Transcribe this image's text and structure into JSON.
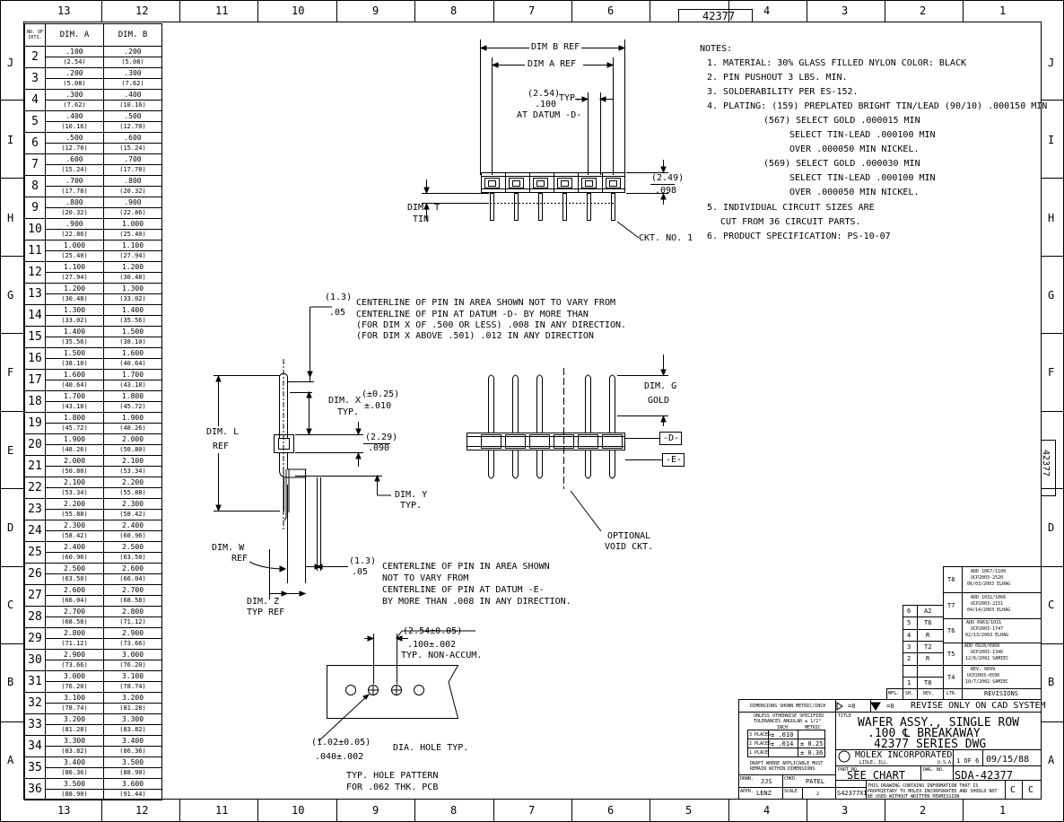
{
  "border": {
    "columns": [
      "13",
      "12",
      "11",
      "10",
      "9",
      "8",
      "7",
      "6",
      "5",
      "4",
      "3",
      "2",
      "1"
    ],
    "rows": [
      "J",
      "I",
      "H",
      "G",
      "F",
      "E",
      "D",
      "C",
      "B",
      "A"
    ],
    "drawing_tab": "42377",
    "side_tab": "42377"
  },
  "dim_table": {
    "header_ckts": "NO. OF CKTS.",
    "header_a": "DIM. A",
    "header_b": "DIM. B",
    "rows": [
      {
        "n": "2",
        "a": ".100",
        "am": "(2.54)",
        "b": ".200",
        "bm": "(5.08)"
      },
      {
        "n": "3",
        "a": ".200",
        "am": "(5.08)",
        "b": ".300",
        "bm": "(7.62)"
      },
      {
        "n": "4",
        "a": ".300",
        "am": "(7.62)",
        "b": ".400",
        "bm": "(10.16)"
      },
      {
        "n": "5",
        "a": ".400",
        "am": "(10.16)",
        "b": ".500",
        "bm": "(12.70)"
      },
      {
        "n": "6",
        "a": ".500",
        "am": "(12.70)",
        "b": ".600",
        "bm": "(15.24)"
      },
      {
        "n": "7",
        "a": ".600",
        "am": "(15.24)",
        "b": ".700",
        "bm": "(17.78)"
      },
      {
        "n": "8",
        "a": ".700",
        "am": "(17.78)",
        "b": ".800",
        "bm": "(20.32)"
      },
      {
        "n": "9",
        "a": ".800",
        "am": "(20.32)",
        "b": ".900",
        "bm": "(22.86)"
      },
      {
        "n": "10",
        "a": ".900",
        "am": "(22.86)",
        "b": "1.000",
        "bm": "(25.40)"
      },
      {
        "n": "11",
        "a": "1.000",
        "am": "(25.40)",
        "b": "1.100",
        "bm": "(27.94)"
      },
      {
        "n": "12",
        "a": "1.100",
        "am": "(27.94)",
        "b": "1.200",
        "bm": "(30.48)"
      },
      {
        "n": "13",
        "a": "1.200",
        "am": "(30.48)",
        "b": "1.300",
        "bm": "(33.02)"
      },
      {
        "n": "14",
        "a": "1.300",
        "am": "(33.02)",
        "b": "1.400",
        "bm": "(35.56)"
      },
      {
        "n": "15",
        "a": "1.400",
        "am": "(35.56)",
        "b": "1.500",
        "bm": "(38.10)"
      },
      {
        "n": "16",
        "a": "1.500",
        "am": "(38.10)",
        "b": "1.600",
        "bm": "(40.64)"
      },
      {
        "n": "17",
        "a": "1.600",
        "am": "(40.64)",
        "b": "1.700",
        "bm": "(43.18)"
      },
      {
        "n": "18",
        "a": "1.700",
        "am": "(43.18)",
        "b": "1.800",
        "bm": "(45.72)"
      },
      {
        "n": "19",
        "a": "1.800",
        "am": "(45.72)",
        "b": "1.900",
        "bm": "(48.26)"
      },
      {
        "n": "20",
        "a": "1.900",
        "am": "(48.26)",
        "b": "2.000",
        "bm": "(50.80)"
      },
      {
        "n": "21",
        "a": "2.000",
        "am": "(50.80)",
        "b": "2.100",
        "bm": "(53.34)"
      },
      {
        "n": "22",
        "a": "2.100",
        "am": "(53.34)",
        "b": "2.200",
        "bm": "(55.88)"
      },
      {
        "n": "23",
        "a": "2.200",
        "am": "(55.88)",
        "b": "2.300",
        "bm": "(58.42)"
      },
      {
        "n": "24",
        "a": "2.300",
        "am": "(58.42)",
        "b": "2.400",
        "bm": "(60.96)"
      },
      {
        "n": "25",
        "a": "2.400",
        "am": "(60.96)",
        "b": "2.500",
        "bm": "(63.50)"
      },
      {
        "n": "26",
        "a": "2.500",
        "am": "(63.50)",
        "b": "2.600",
        "bm": "(66.04)"
      },
      {
        "n": "27",
        "a": "2.600",
        "am": "(66.04)",
        "b": "2.700",
        "bm": "(68.58)"
      },
      {
        "n": "28",
        "a": "2.700",
        "am": "(68.58)",
        "b": "2.800",
        "bm": "(71.12)"
      },
      {
        "n": "29",
        "a": "2.800",
        "am": "(71.12)",
        "b": "2.900",
        "bm": "(73.66)"
      },
      {
        "n": "30",
        "a": "2.900",
        "am": "(73.66)",
        "b": "3.000",
        "bm": "(76.20)"
      },
      {
        "n": "31",
        "a": "3.000",
        "am": "(76.20)",
        "b": "3.100",
        "bm": "(78.74)"
      },
      {
        "n": "32",
        "a": "3.100",
        "am": "(78.74)",
        "b": "3.200",
        "bm": "(81.28)"
      },
      {
        "n": "33",
        "a": "3.200",
        "am": "(81.28)",
        "b": "3.300",
        "bm": "(83.82)"
      },
      {
        "n": "34",
        "a": "3.300",
        "am": "(83.82)",
        "b": "3.400",
        "bm": "(86.36)"
      },
      {
        "n": "35",
        "a": "3.400",
        "am": "(86.36)",
        "b": "3.500",
        "bm": "(88.90)"
      },
      {
        "n": "36",
        "a": "3.500",
        "am": "(88.90)",
        "b": "3.600",
        "bm": "(91.44)"
      }
    ]
  },
  "notes": {
    "heading": "NOTES:",
    "lines": [
      "1. MATERIAL: 30% GLASS FILLED NYLON COLOR: BLACK",
      "2. PIN PUSHOUT 3 LBS. MIN.",
      "3. SOLDERABILITY PER ES-152.",
      "4. PLATING: (159) PREPLATED BRIGHT TIN/LEAD (90/10) .000150 MIN",
      "(567) SELECT GOLD .000015 MIN",
      "SELECT TIN-LEAD .000100 MIN",
      "OVER .000050 MIN NICKEL.",
      "(569) SELECT GOLD .000030 MIN",
      "SELECT TIN-LEAD .000100 MIN",
      "OVER .000050 MIN NICKEL.",
      "5. INDIVIDUAL CIRCUIT SIZES ARE",
      "CUT FROM 36 CIRCUIT PARTS.",
      "6. PRODUCT SPECIFICATION: PS-10-07"
    ]
  },
  "top_view": {
    "dim_b": "DIM B REF",
    "dim_a": "DIM A REF",
    "pitch_mm": "(2.54)",
    "pitch_typ": "TYP.",
    "pitch_in": ".100",
    "datum": "AT DATUM -D-",
    "height_mm": "(2.49)",
    "height_in": ".098",
    "dim_t": "DIM. T",
    "tin": "TIN",
    "ckt1": "CKT. NO. 1"
  },
  "side_view": {
    "tol_mm": "(1.3)",
    "tol_in": ".05",
    "centerline_note_1": [
      "CENTERLINE OF PIN IN AREA SHOWN NOT TO VARY FROM",
      "CENTERLINE OF PIN AT DATUM -D- BY MORE THAN",
      "(FOR DIM X OF .500 OR LESS) .008 IN ANY DIRECTION.",
      "(FOR DIM X ABOVE .501) .012 IN ANY DIRECTION"
    ],
    "dim_x": "DIM. X",
    "dim_x_typ": "TYP.",
    "dim_x_mm": "(±0.25)",
    "dim_x_in": "±.010",
    "dim_l": "DIM. L",
    "ref": "REF",
    "wafer_mm": "(2.29)",
    "wafer_in": ".090",
    "dim_y": "DIM. Y",
    "dim_y_typ": "TYP.",
    "dim_w": "DIM. W",
    "dim_w_ref": "REF",
    "dim_z": "DIM. Z",
    "dim_z_ref": "TYP REF",
    "tol2_mm": "(1.3)",
    "tol2_in": ".05",
    "centerline_note_2": [
      "CENTERLINE OF PIN IN AREA SHOWN",
      "NOT TO VARY FROM",
      "CENTERLINE OF PIN AT DATUM -E-",
      "BY MORE THAN .008 IN ANY DIRECTION."
    ]
  },
  "front_view": {
    "dim_g": "DIM. G",
    "gold": "GOLD",
    "datum_d": "-D-",
    "datum_e": "-E-",
    "optional": "OPTIONAL",
    "void": "VOID CKT."
  },
  "hole_pattern": {
    "pitch": "(2.54±0.05)",
    "pitch_in": ".100±.002",
    "non_accum": "TYP. NON-ACCUM.",
    "hole_mm": "(1.02±0.05)",
    "hole_in": ".040±.002",
    "hole_note": "DIA. HOLE TYP.",
    "caption_1": "TYP. HOLE PATTERN",
    "caption_2": "FOR .062 THK. PCB"
  },
  "revisions": [
    {
      "ltr": "T8",
      "text": [
        "ADD 1067/1100",
        "UCP2003-2520",
        "06/03/2003 ELHAG"
      ]
    },
    {
      "ltr": "T7",
      "text": [
        "ADD 1032/1066",
        "UCP2003-2151",
        "04/14/2003 ELHAG"
      ]
    },
    {
      "ltr": "T6",
      "text": [
        "ADD 0963/1031",
        "UCP2003-1747",
        "02/13/2003 ELHAG"
      ]
    },
    {
      "ltr": "T5",
      "text": [
        "ADD 0928/0968",
        "UCP2003-1346",
        "12/6/2002 SAMIEC"
      ]
    },
    {
      "ltr": "T4",
      "text": [
        "REV. 0899",
        "UCP2003-0590",
        "10/7/2002 SAMIEC"
      ]
    }
  ],
  "sheet_revs": [
    {
      "sh": "6",
      "rev": "A2"
    },
    {
      "sh": "5",
      "rev": "T6"
    },
    {
      "sh": "4",
      "rev": "R"
    },
    {
      "sh": "3",
      "rev": "T2"
    },
    {
      "sh": "2",
      "rev": "R"
    },
    {
      "sh": "1",
      "rev": "T8"
    }
  ],
  "rev_header": {
    "mfg": "MFG.",
    "sh": "SH.",
    "rev": "REV.",
    "ltr": "LTR.",
    "revisions": "REVISIONS"
  },
  "title_block": {
    "dims_metric": "DIMENSIONS SHOWN METRIC/INCH",
    "tol_note_1": "UNLESS OTHERWISE SPECIFIED",
    "tol_note_2": "TOLERANCES ANGULAR ± 1/2°",
    "tol_inch": "INCH",
    "tol_metric": "METRIC",
    "tol_rows": [
      {
        "places": "3 PLACES",
        "inch": "± .010",
        "metric": ""
      },
      {
        "places": "2 PLACES",
        "inch": "± .014",
        "metric": "± 0.25"
      },
      {
        "places": "1 PLACE",
        "inch": "",
        "metric": "± 0.36"
      }
    ],
    "draft_note": "DRAFT WHERE APPLICABLE MUST REMAIN WITHIN DIMENSIONS",
    "datum_sym": "=0",
    "datum_sym2": "=0",
    "cad": "REVISE ONLY ON CAD SYSTEM",
    "title_label": "TITLE",
    "title_1": "WAFER ASSY., SINGLE ROW",
    "title_2": ".100 ℄ BREAKAWAY",
    "title_3": "42377 SERIES DWG",
    "company": "MOLEX INCORPORATED",
    "company_sub": "LISLE, ILL.",
    "country": "U.S.A.",
    "sheet_no": "1 OF 6",
    "date": "09/15/88",
    "part_label": "PART NO.",
    "part": "SEE CHART",
    "dwg_label": "DWG. NO.",
    "dwg": "SDA-42377",
    "drwn_label": "DRWN.",
    "drwn": "JJS",
    "chkd_label": "CHKD.",
    "chkd": "PATEL",
    "appr_label": "APPR.",
    "appr": "LENZ",
    "scale_label": "SCALE",
    "scale": "2",
    "file": "S42377XI",
    "size": "C",
    "rev_box": "C",
    "prop_note": "THIS DRAWING CONTAINS INFORMATION THAT IS PROPRIETARY TO MOLEX INCORPORATED AND SHOULD NOT BE USED WITHOUT WRITTEN PERMISSION"
  }
}
